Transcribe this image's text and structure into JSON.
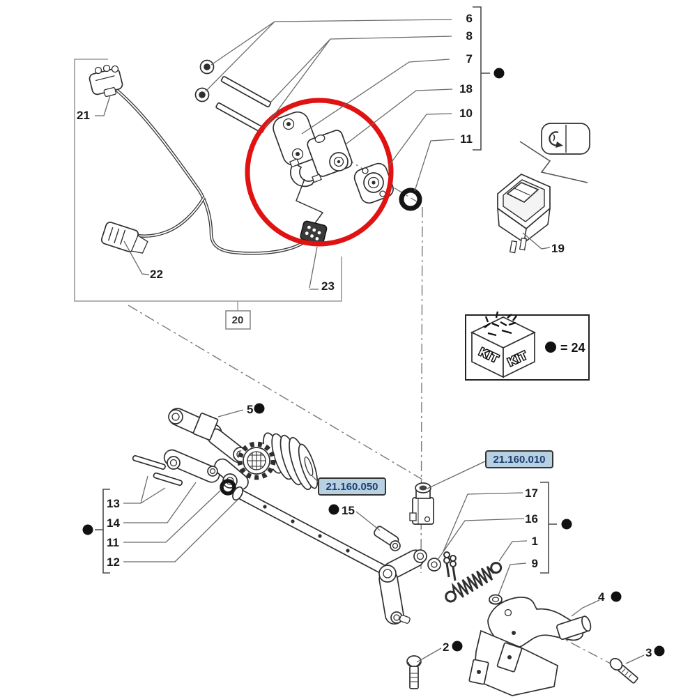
{
  "colors": {
    "highlight_circle": "#e11212",
    "part_link_bg": "#b7d1e3",
    "part_link_text": "#1d3f6f",
    "line": "#2f2f2f",
    "leader": "#6a6a6a",
    "frame": "#999999"
  },
  "callouts": {
    "top_right": {
      "items": [
        "6",
        "8",
        "7",
        "18",
        "10",
        "11"
      ]
    },
    "left": {
      "items": [
        "13",
        "14",
        "11",
        "12"
      ]
    },
    "right": {
      "items": [
        "17",
        "16",
        "1",
        "9"
      ]
    }
  },
  "harness_group": {
    "frame_label": "20",
    "connector_top": "21",
    "connector_bottom": "22",
    "solenoid_connector": "23"
  },
  "labels": {
    "yoke": "5",
    "pin": "15",
    "switch": "19",
    "bolt_front": "2",
    "bolt_rear": "3",
    "support_bracket": "4"
  },
  "part_links": {
    "clutch_assembly": "21.160.050",
    "valve": "21.160.010"
  },
  "kit_legend": {
    "kit_left": "KIT",
    "kit_right": "KIT",
    "equation": "= 24"
  }
}
